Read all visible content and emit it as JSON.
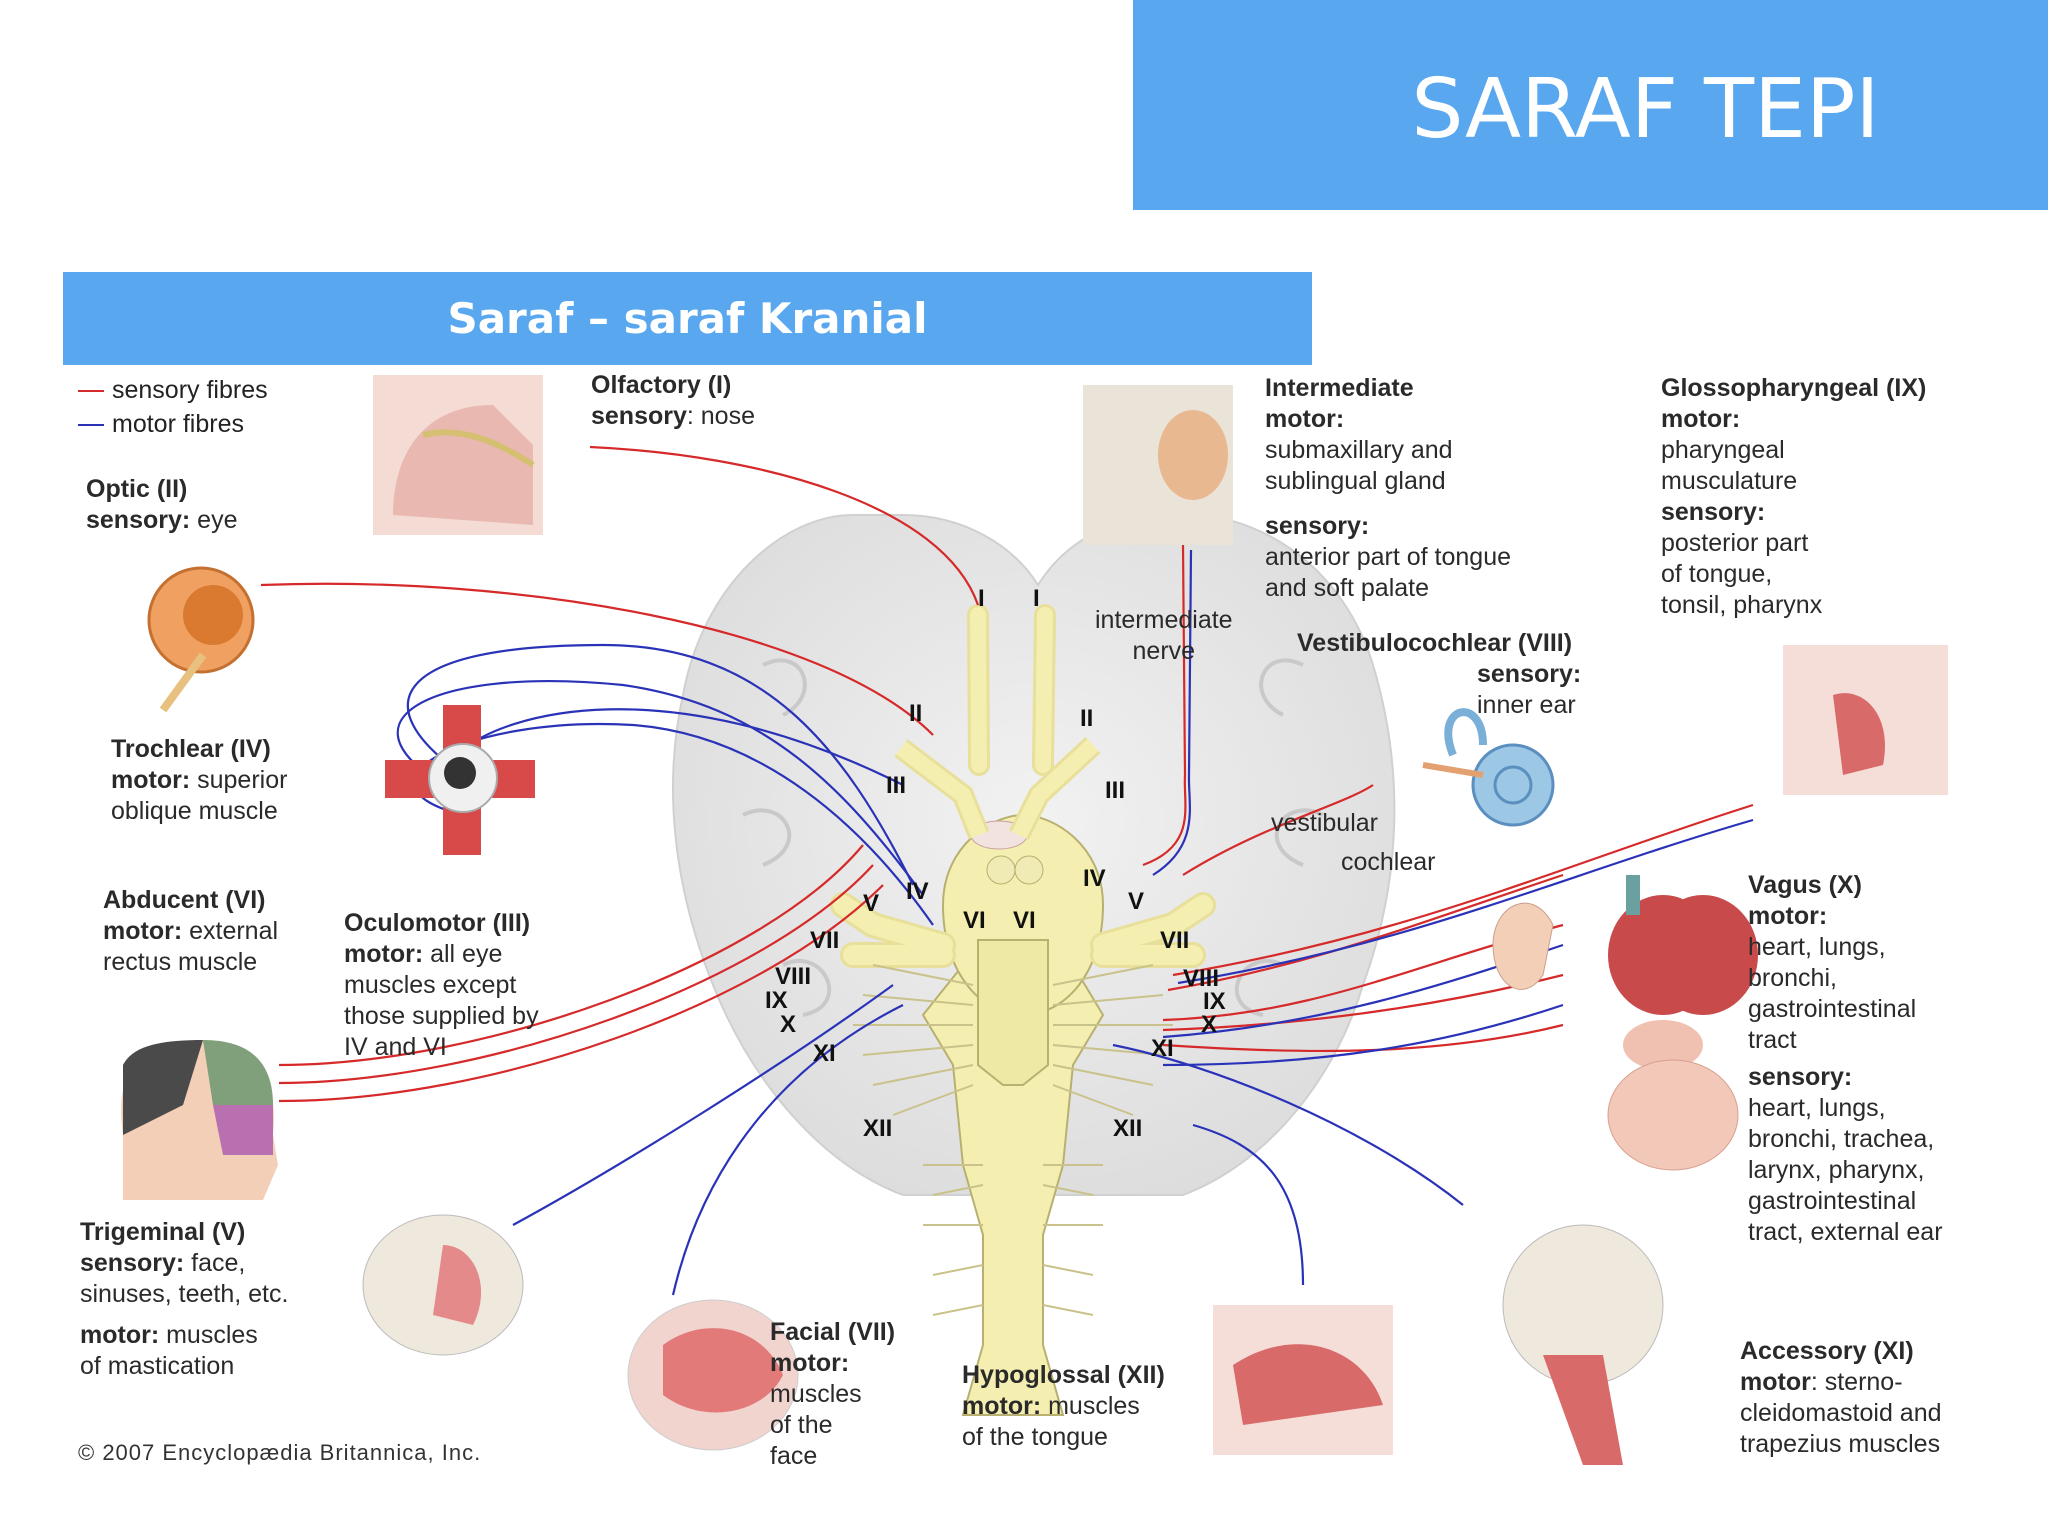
{
  "slide_title": "SARAF TEPI",
  "subtitle": "Saraf – saraf Kranial",
  "colors": {
    "header_blue": "#59a7ee",
    "sensory": "#d62a2a",
    "motor": "#2a33b8"
  },
  "legend": {
    "sensory": "sensory fibres",
    "motor": "motor fibres"
  },
  "nerves": {
    "olfactory": {
      "name": "Olfactory (I)",
      "l1k": "sensory",
      "l1v": ": nose"
    },
    "optic": {
      "name": "Optic (II)",
      "l1k": "sensory:",
      "l1v": " eye"
    },
    "trochlear": {
      "name": "Trochlear (IV)",
      "l1k": "motor:",
      "l1v": " superior",
      "l2": "oblique muscle"
    },
    "abducent": {
      "name": "Abducent (VI)",
      "l1k": "motor:",
      "l1v": " external",
      "l2": "rectus muscle"
    },
    "oculomotor": {
      "name": "Oculomotor (III)",
      "l1k": "motor:",
      "l1v": " all eye",
      "l2": "muscles except",
      "l3": "those supplied by",
      "l4": "IV and VI"
    },
    "trigeminal": {
      "name": "Trigeminal (V)",
      "l1k": "sensory:",
      "l1v": " face,",
      "l2": "sinuses, teeth, etc.",
      "l3k": "motor:",
      "l3v": " muscles",
      "l4": "of mastication"
    },
    "facial": {
      "name": "Facial (VII)",
      "l1k": "motor:",
      "l2": "muscles",
      "l3": "of the",
      "l4": "face"
    },
    "hypoglossal": {
      "name": "Hypoglossal (XII)",
      "l1k": "motor:",
      "l1v": " muscles",
      "l2": "of the tongue"
    },
    "accessory": {
      "name": "Accessory (XI)",
      "l1k": "motor",
      "l1v": ": sterno-",
      "l2": "cleidomastoid and",
      "l3": "trapezius muscles"
    },
    "intermediate": {
      "name": "Intermediate",
      "m": "motor:",
      "m1": "submaxillary and",
      "m2": "sublingual gland",
      "s": "sensory:",
      "s1": "anterior part of tongue",
      "s2": "and soft palate"
    },
    "glossopharyngeal": {
      "name": "Glossopharyngeal (IX)",
      "m": "motor:",
      "m1": "pharyngeal",
      "m2": "musculature",
      "s": "sensory:",
      "s1": "posterior part",
      "s2": "of tongue,",
      "s3": "tonsil, pharynx"
    },
    "vestibulocochlear": {
      "name": "Vestibulocochlear (VIII)",
      "s": "sensory:",
      "s1": "inner ear"
    },
    "vagus": {
      "name": "Vagus (X)",
      "m": "motor:",
      "m1": "heart, lungs,",
      "m2": "bronchi,",
      "m3": "gastrointestinal",
      "m4": "tract",
      "s": "sensory:",
      "s1": "heart, lungs,",
      "s2": "bronchi, trachea,",
      "s3": "larynx, pharynx,",
      "s4": "gastrointestinal",
      "s5": "tract, external ear"
    }
  },
  "inline_labels": {
    "intermediate_nerve_1": "intermediate",
    "intermediate_nerve_2": "nerve",
    "vestibular": "vestibular",
    "cochlear": "cochlear"
  },
  "romans": {
    "I_l": "I",
    "I_r": "I",
    "II_l": "II",
    "II_r": "II",
    "III_l": "III",
    "III_r": "III",
    "IV_l": "IV",
    "IV_r": "IV",
    "V_l": "V",
    "V_r": "V",
    "VI_l": "VI",
    "VI_r": "VI",
    "VII_l": "VII",
    "VII_r": "VII",
    "VIII_l": "VIII",
    "VIII_r": "VIII",
    "IX_l": "IX",
    "IX_r": "IX",
    "X_l": "X",
    "X_r": "X",
    "XI_l": "XI",
    "XI_r": "XI",
    "XII_l": "XII",
    "XII_r": "XII"
  },
  "copyright": "© 2007 Encyclopædia Britannica, Inc."
}
